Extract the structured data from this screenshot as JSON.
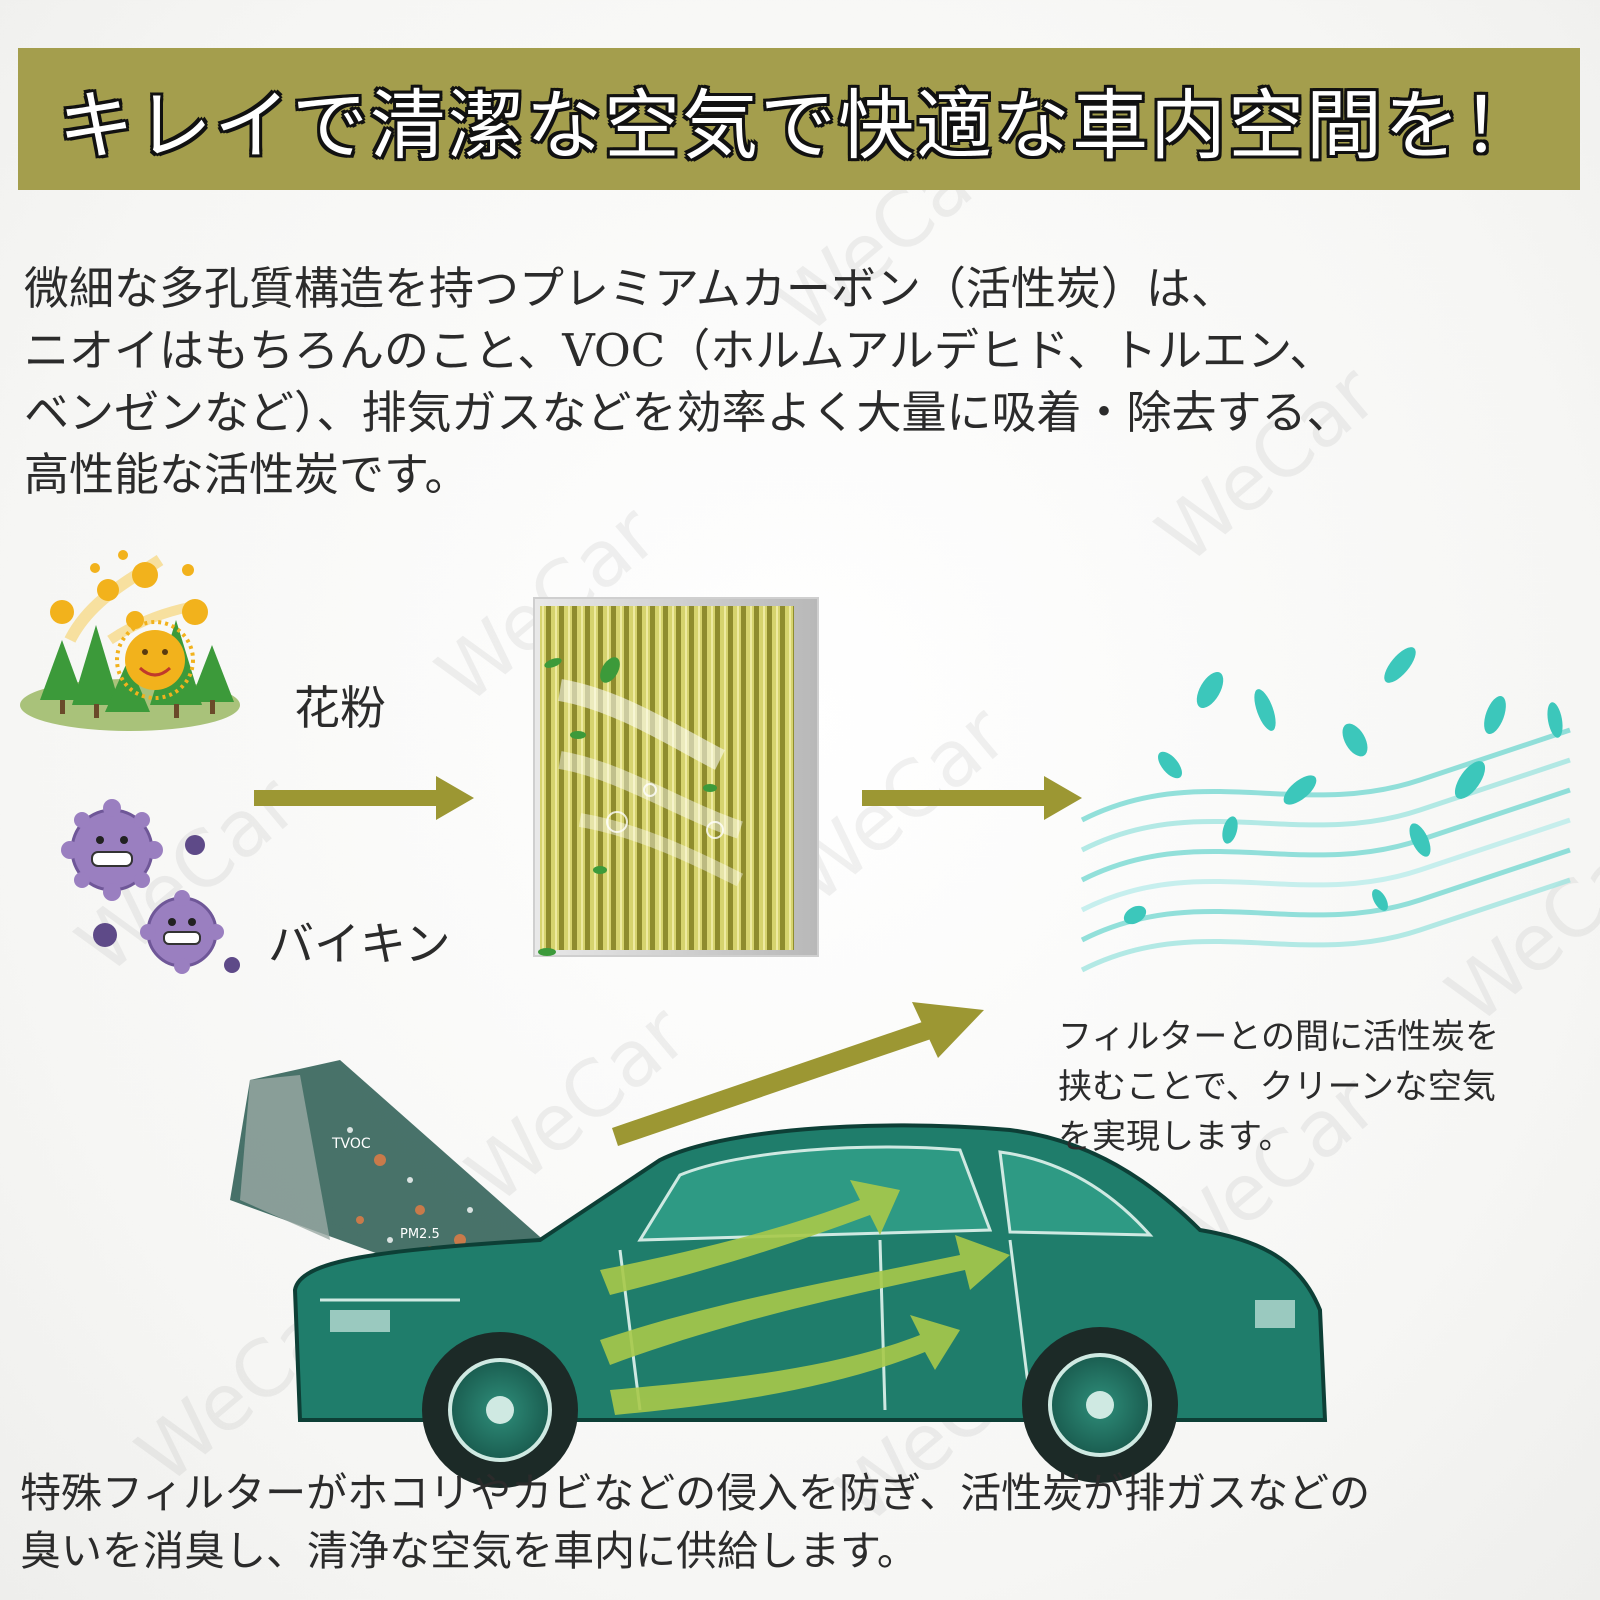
{
  "banner": {
    "title": "キレイで清潔な空気で快適な車内空間を！"
  },
  "intro": {
    "lines": [
      "微細な多孔質構造を持つプレミアムカーボン（活性炭）は、",
      "ニオイはもちろんのこと、VOC（ホルムアルデヒド、トルエン、",
      "ベンゼンなど）、排気ガスなどを効率よく大量に吸着・除去する、",
      "高性能な活性炭です。"
    ]
  },
  "labels": {
    "pollen": "花粉",
    "germs": "バイキン"
  },
  "note": {
    "lines": [
      "フィルターとの間に活性炭を",
      "挟むことで、クリーンな空気",
      "を実現します。"
    ]
  },
  "exhaust_labels": [
    "TVOC",
    "PM2.5"
  ],
  "bottom": {
    "lines": [
      "特殊フィルターがホコリやカビなどの侵入を防ぎ、活性炭が排ガスなどの",
      "臭いを消臭し、清浄な空気を車内に供給します。"
    ]
  },
  "watermark": "WeCar",
  "colors": {
    "banner": "#a49e4d",
    "arrow": "#9c9733",
    "filter": "#c5c25a",
    "car": "#1f7d6b",
    "germ": "#9a7fc0",
    "pollen": "#f2b21c",
    "clean_air": "#3cc7bb"
  }
}
